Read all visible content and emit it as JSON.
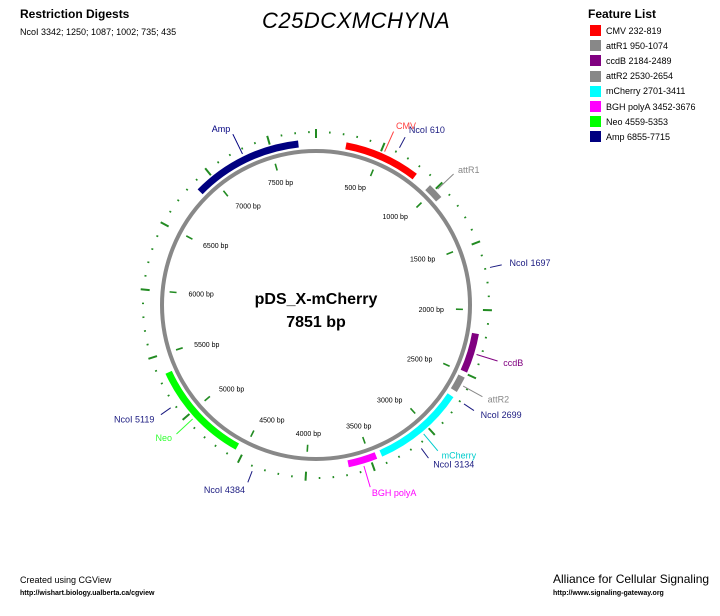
{
  "header": {
    "digests_title": "Restriction Digests",
    "digests_text": "NcoI  3342; 1250; 1087; 1002; 735; 435",
    "main_title": "C25DCXMCHYNA"
  },
  "legend": {
    "title": "Feature List",
    "items": [
      {
        "label": "CMV 232-819",
        "color": "#ff0000"
      },
      {
        "label": "attR1 950-1074",
        "color": "#888888"
      },
      {
        "label": "ccdB 2184-2489",
        "color": "#800080"
      },
      {
        "label": "attR2 2530-2654",
        "color": "#888888"
      },
      {
        "label": "mCherry 2701-3411",
        "color": "#00ffff"
      },
      {
        "label": "BGH polyA 3452-3676",
        "color": "#ff00ff"
      },
      {
        "label": "Neo 4559-5353",
        "color": "#00ff00"
      },
      {
        "label": "Amp 6855-7715",
        "color": "#000080"
      }
    ]
  },
  "map": {
    "name": "pDS_X-mCherry",
    "length_label": "7851 bp",
    "total_bp": 7851,
    "features": [
      {
        "name": "CMV",
        "start": 232,
        "end": 819,
        "color": "#ff0000",
        "label_color": "#ff4040"
      },
      {
        "name": "attR1",
        "start": 950,
        "end": 1074,
        "color": "#888888",
        "label_color": "#888888"
      },
      {
        "name": "ccdB",
        "start": 2184,
        "end": 2489,
        "color": "#800080",
        "label_color": "#800080"
      },
      {
        "name": "attR2",
        "start": 2530,
        "end": 2654,
        "color": "#888888",
        "label_color": "#888888"
      },
      {
        "name": "mCherry",
        "start": 2701,
        "end": 3411,
        "color": "#00ffff",
        "label_color": "#00cccc"
      },
      {
        "name": "BGH polyA",
        "start": 3452,
        "end": 3676,
        "color": "#ff00ff",
        "label_color": "#ff00ff"
      },
      {
        "name": "Neo",
        "start": 4559,
        "end": 5353,
        "color": "#00ff00",
        "label_color": "#33ff33"
      },
      {
        "name": "Amp",
        "start": 6855,
        "end": 7715,
        "color": "#000080",
        "label_color": "#000080"
      }
    ],
    "sites": [
      {
        "label": "NcoI 610",
        "position": 610
      },
      {
        "label": "NcoI 1697",
        "position": 1697
      },
      {
        "label": "NcoI 2699",
        "position": 2699
      },
      {
        "label": "NcoI 3134",
        "position": 3134
      },
      {
        "label": "NcoI 4384",
        "position": 4384
      },
      {
        "label": "NcoI 5119",
        "position": 5119
      }
    ],
    "tick_labels": [
      "500 bp",
      "1000 bp",
      "1500 bp",
      "2000 bp",
      "2500 bp",
      "3000 bp",
      "3500 bp",
      "4000 bp",
      "4500 bp",
      "5000 bp",
      "5500 bp",
      "6000 bp",
      "6500 bp",
      "7000 bp",
      "7500 bp"
    ],
    "colors": {
      "backbone": "#888888",
      "ticks": "#228b22",
      "site_label": "#1a1a80"
    }
  },
  "footer": {
    "created": "Created using CGView",
    "created_url": "http://wishart.biology.ualberta.ca/cgview",
    "alliance": "Alliance for Cellular Signaling",
    "alliance_url": "http://www.signaling-gateway.org"
  }
}
